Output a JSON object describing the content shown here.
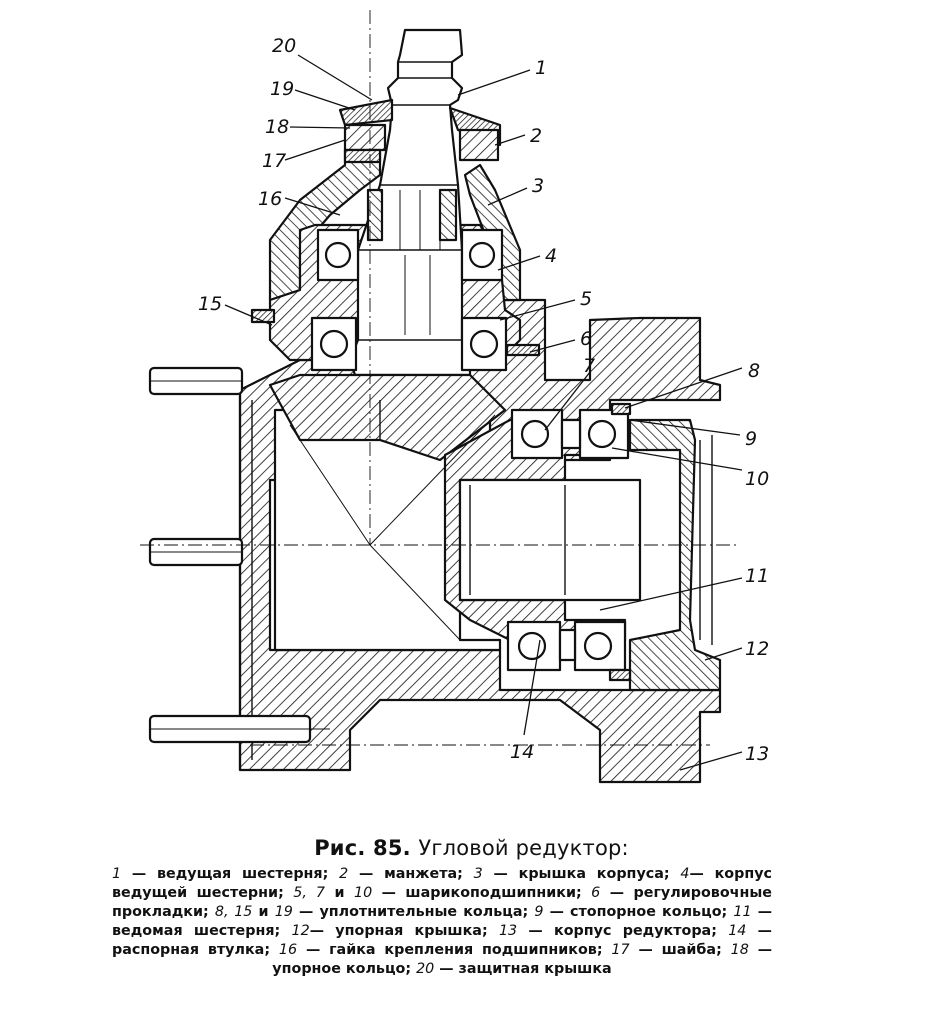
{
  "figure": {
    "callouts": [
      "1",
      "2",
      "3",
      "4",
      "5",
      "6",
      "7",
      "8",
      "9",
      "10",
      "11",
      "12",
      "13",
      "14",
      "15",
      "16",
      "17",
      "18",
      "19",
      "20"
    ]
  },
  "caption": {
    "number": "Рис. 85.",
    "title": "Угловой редуктор:",
    "legend": [
      {
        "n": "1",
        "t": " — ведущая шестерня; "
      },
      {
        "n": "2",
        "t": " — манжета; "
      },
      {
        "n": "3",
        "t": " — крышка корпуса; "
      },
      {
        "n": "4",
        "t": "— корпус ведущей шестерни; "
      },
      {
        "n": "5, 7",
        "t": " и "
      },
      {
        "n": "10",
        "t": " — шарикоподшипники; "
      },
      {
        "n": "6",
        "t": " — регулировочные прокладки; "
      },
      {
        "n": "8, 15",
        "t": " и "
      },
      {
        "n": "19",
        "t": " — уплотнительные кольца; "
      },
      {
        "n": "9",
        "t": " — стопорное кольцо; "
      },
      {
        "n": "11",
        "t": " — ведомая шестерня; "
      },
      {
        "n": "12",
        "t": "— упорная крышка; "
      },
      {
        "n": "13",
        "t": " — корпус редуктора; "
      },
      {
        "n": "14",
        "t": " — распорная втулка; "
      },
      {
        "n": "16",
        "t": " — гайка крепления подшипников; "
      },
      {
        "n": "17",
        "t": " — шайба; "
      },
      {
        "n": "18",
        "t": " — упорное кольцо; "
      },
      {
        "n": "20",
        "t": " — защитная крышка"
      }
    ]
  }
}
